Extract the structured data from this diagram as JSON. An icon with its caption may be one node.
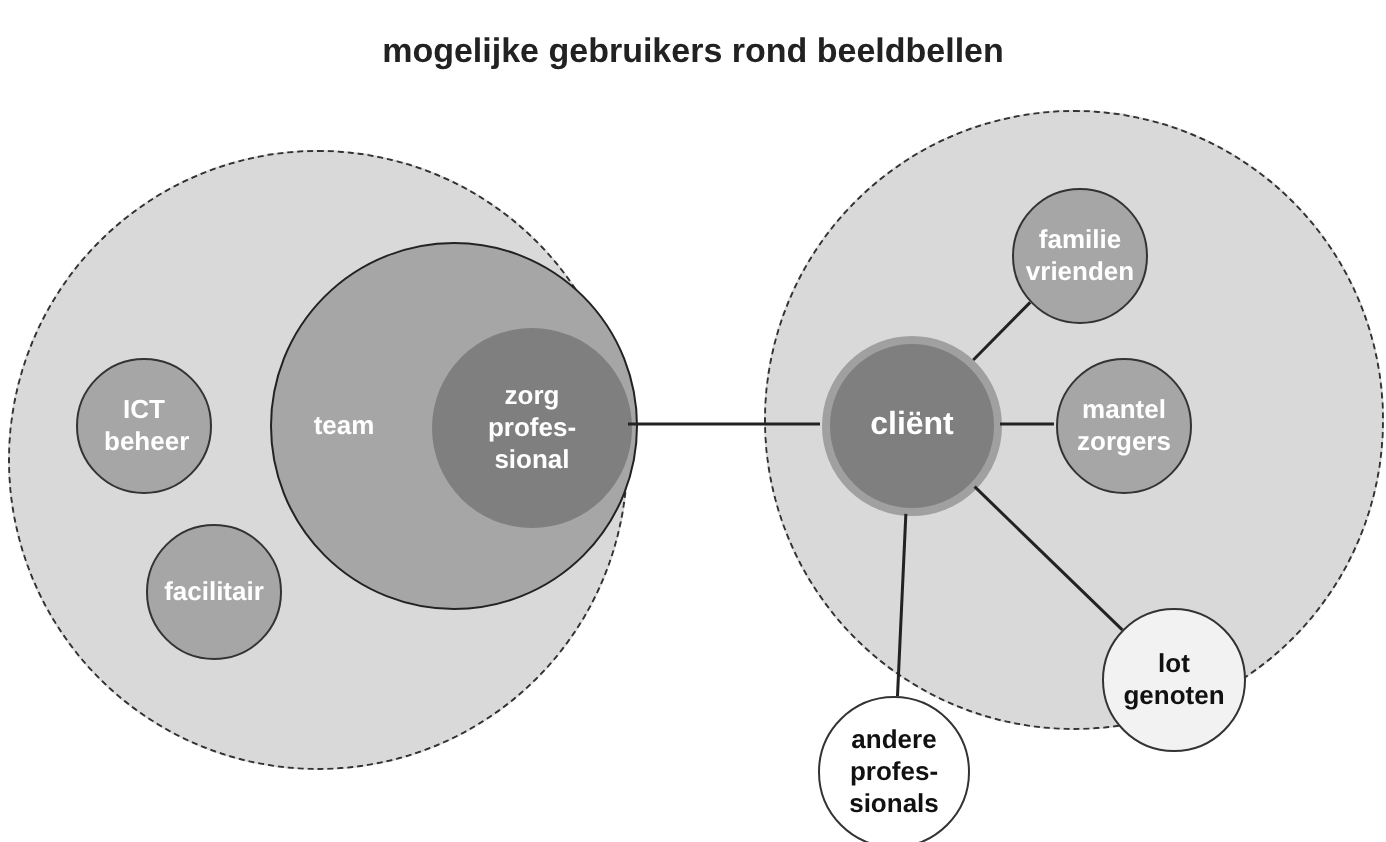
{
  "diagram": {
    "title": "mogelijke gebruikers rond beeldbellen",
    "nodes": [
      {
        "text": [],
        "shape": "circle"
      },
      {
        "text": [
          "ICT beheer"
        ],
        "in": 0
      },
      {
        "text": [
          "facilitair"
        ],
        "in": 0
      },
      {
        "text": [
          "team"
        ],
        "in": 0
      },
      {
        "text": [
          "zorg profes- sional"
        ],
        "in": 3
      },
      {
        "text": [],
        "shape": "circle"
      },
      {
        "text": [
          "cliënt"
        ],
        "in": 5
      },
      {
        "text": [
          "familie vrienden"
        ],
        "in": 5
      },
      {
        "text": [
          "mantel zorgers"
        ],
        "in": 5
      },
      {
        "text": [
          "lot genoten"
        ]
      },
      {
        "text": [
          "andere profes- sionals"
        ]
      }
    ],
    "edges": [
      {
        "from": 4,
        "to": 6,
        "arrow": "none"
      },
      {
        "from": 6,
        "to": 7,
        "arrow": "none"
      },
      {
        "from": 6,
        "to": 8,
        "arrow": "none"
      },
      {
        "from": 6,
        "to": 9,
        "arrow": "none"
      },
      {
        "from": 6,
        "to": 10,
        "arrow": "none"
      }
    ]
  }
}
